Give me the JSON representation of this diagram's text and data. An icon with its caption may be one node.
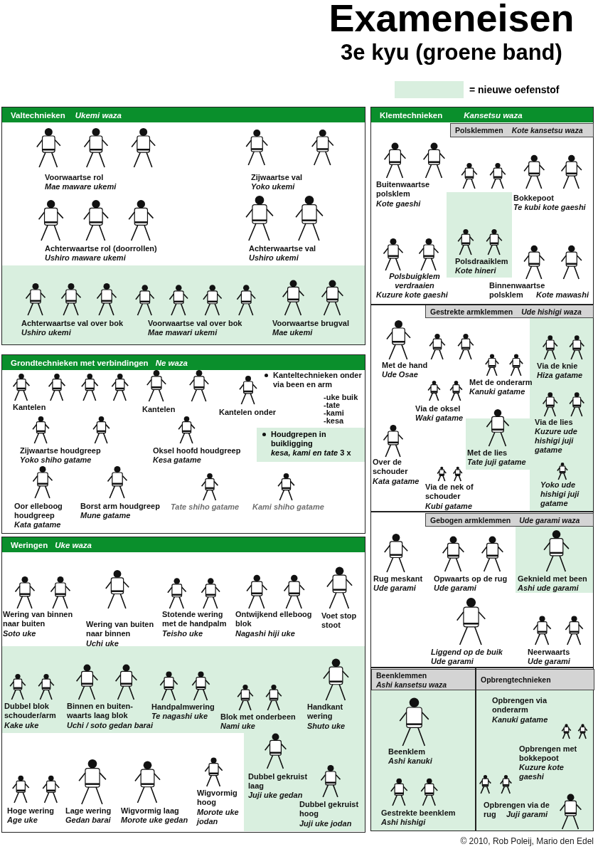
{
  "diagram": {
    "title": "Exameneisen",
    "caption": "© 2010, Rob Poleij, Mario den Edel",
    "nodes": [
      {
        "text": [
          "Valtechnieken",
          "Ukemi waza"
        ]
      },
      {
        "text": [
          "Grondtechnieken met verbindingen",
          "Ne waza"
        ]
      },
      {
        "text": [
          "Houdgrepen in buikligging",
          "*kesa, kami en tate* 3 x"
        ],
        "in": 1
      },
      {
        "text": [
          "Weringen",
          "Uke waza"
        ]
      },
      {
        "text": [
          "Klemtechnieken",
          "Kansetsu waza"
        ]
      },
      {
        "text": [
          "Polsklemmen",
          "Kote kansetsu waza"
        ],
        "in": 4
      },
      {
        "text": [
          "Gestrekte armklemmen",
          "Ude hishigi waza"
        ],
        "in": 4
      },
      {
        "text": [
          "Gebogen armklemmen",
          "Ude garami waza"
        ],
        "in": 4
      },
      {
        "text": [
          "Beenklemmen",
          "Ashi kansetsu waza"
        ],
        "in": 4
      },
      {
        "text": [
          "Opbrengtechnieken"
        ],
        "in": 4
      }
    ],
    "labels": [
      "3e kyu (groene band)",
      "Voorwaartse rol",
      "Mae maware ukemi",
      "Zijwaartse val",
      "Yoko ukemi",
      "Achterwaartse rol (doorrollen)",
      "Ushiro maware ukemi",
      "Achterwaartse val",
      "Ushiro ukemi",
      "Achterwaartse val over bok",
      "Ushiro ukemi",
      "Voorwaartse val over bok",
      "Mae mawari ukemi",
      "Voorwaartse brugval",
      "Mae ukemi",
      "Kantelen",
      "Kantelen",
      "Kantelen onder",
      "Kanteltechnieken onder via been en arm",
      "-uke buik",
      "-tate",
      "-kami",
      "-kesa",
      "Zijwaartse houdgreep",
      "Yoko shiho gatame",
      "Oksel hoofd houdgreep",
      "Kesa gatame",
      "Oor elleboog houdgreep",
      "Kata gatame",
      "Borst arm houdgreep",
      "Mune gatame",
      "Tate shiho gatame",
      "Kami shiho gatame",
      "Wering van binnen naar buiten",
      "Soto uke",
      "Wering van buiten naar binnen",
      "Uchi uke",
      "Stotende wering met de handpalm",
      "Teisho uke",
      "Ontwijkend elleboog blok",
      "Nagashi hiji uke",
      "Voet stop stoot",
      "Dubbel blok schouder/arm",
      "Kake uke",
      "Binnen en buiten- waarts laag blok",
      "Uchi / soto gedan barai",
      "Handpalmwering",
      "Te nagashi uke",
      "Blok met onderbeen",
      "Nami uke",
      "Handkant wering",
      "Shuto uke",
      "Hoge wering",
      "Age uke",
      "Lage wering",
      "Gedan barai",
      "Wigvormig laag",
      "Morote uke gedan",
      "Wigvormig hoog",
      "Morote uke jodan",
      "Dubbel gekruist laag",
      "Juji uke gedan",
      "Dubbel gekruist hoog",
      "Juji uke jodan",
      "Buitenwaartse polsklem",
      "Kote gaeshi",
      "Polsdraaiklem",
      "Kote hineri",
      "Bokkepoot",
      "Te kubi kote gaeshi",
      "Polsbuigklem verdraaien",
      "Kuzure kote gaeshi",
      "Binnenwaartse polsklem",
      "Kote mawashi",
      "Met de hand",
      "Ude Osae",
      "Met de onderarm",
      "Kanuki gatame",
      "Via de knie",
      "Hiza gatame",
      "Via de oksel",
      "Waki gatame",
      "Via de lies",
      "Kuzure ude hishigi juji gatame",
      "Over de schouder",
      "Kata gatame",
      "Met de lies",
      "Tate juji gatame",
      "Via de nek of schouder",
      "Kubi gatame",
      "Yoko ude hishigi juji gatame",
      "Rug meskant",
      "Ude garami",
      "Opwaarts op de rug",
      "Ude garami",
      "Geknield met been",
      "Ashi ude garami",
      "Liggend op de buik",
      "Ude garami",
      "Neerwaarts",
      "Ude garami",
      "Beenklem",
      "Ashi kanuki",
      "Gestrekte beenklem",
      "Ashi hishigi",
      "Opbrengen via onderarm",
      "Kanuki gatame",
      "Opbrengen met bokkepoot",
      "Kuzure kote gaeshi",
      "Opbrengen via de rug",
      "Juji garami"
    ],
    "legend": [
      {
        "text": "= nieuwe oefenstof",
        "color": "#d9efdf"
      }
    ]
  }
}
